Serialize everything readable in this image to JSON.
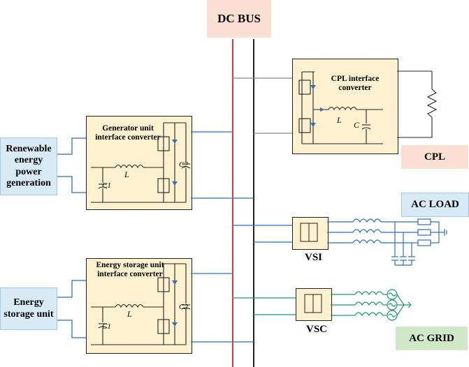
{
  "dc_bus": "DC BUS",
  "sources": {
    "renewable": "Renewable energy power generation",
    "storage": "Energy storage unit"
  },
  "converters": {
    "generator": "Generator unit interface converter",
    "storage": "Energy storage unit interface converter",
    "cpl": "CPL interface converter"
  },
  "components": {
    "L": "L",
    "C": "C",
    "C1": "C1",
    "C2": "C2"
  },
  "loads": {
    "cpl": "CPL",
    "ac_load": "AC LOAD",
    "ac_grid": "AC GRID"
  },
  "inverters": {
    "vsi": "VSI",
    "vsc": "VSC"
  },
  "colors": {
    "bus_positive": "#e8343c",
    "bus_negative": "#222222",
    "wire": "#2e6fbf",
    "grid_wire": "#1a9a6a",
    "converter_fill": "#fdf1cf"
  }
}
